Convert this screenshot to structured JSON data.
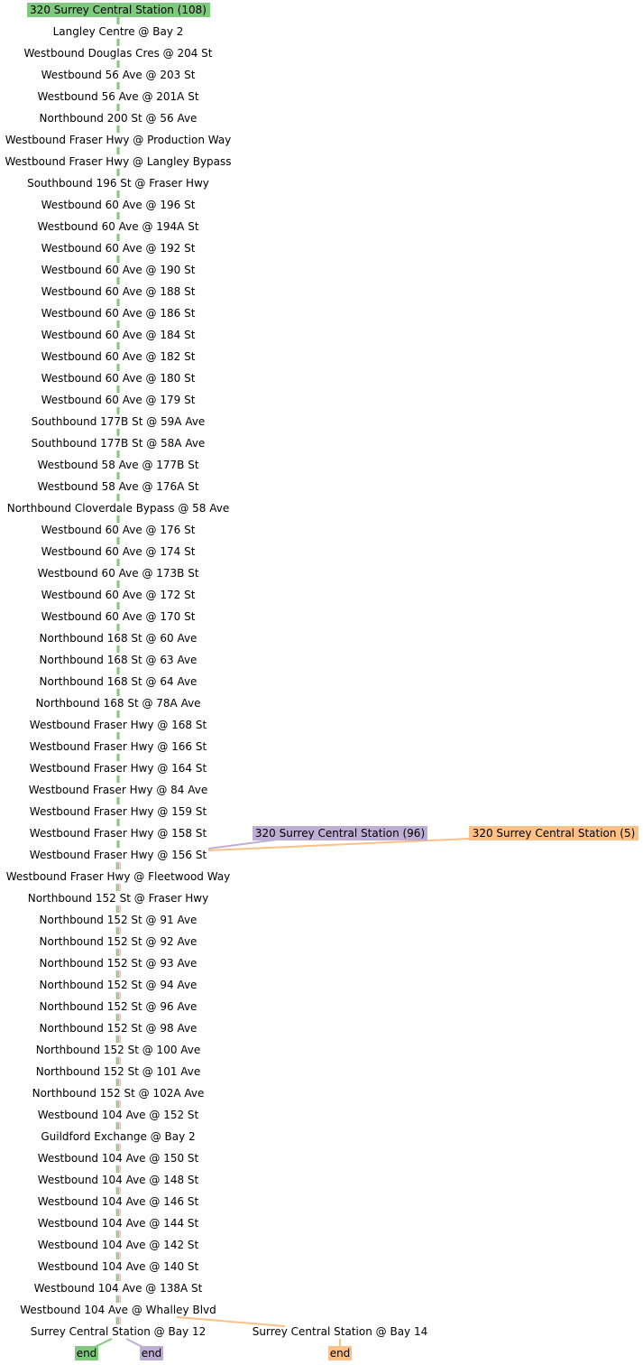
{
  "colors": {
    "green": "#7fc97f",
    "purple": "#beaed4",
    "orange": "#fdc086",
    "text": "#000000",
    "background": "#ffffff"
  },
  "routes": [
    {
      "id": "green",
      "label": "320 Surrey Central Station (108)",
      "color": "#7fc97f"
    },
    {
      "id": "purple",
      "label": "320 Surrey Central Station (96)",
      "color": "#beaed4"
    },
    {
      "id": "orange",
      "label": "320 Surrey Central Station (5)",
      "color": "#fdc086"
    }
  ],
  "stops": [
    "Langley Centre @ Bay 2",
    "Westbound Douglas Cres @ 204 St",
    "Westbound 56 Ave @ 203 St",
    "Westbound 56 Ave @ 201A St",
    "Northbound 200 St @ 56 Ave",
    "Westbound Fraser Hwy @ Production Way",
    "Westbound Fraser Hwy @ Langley Bypass",
    "Southbound 196 St @ Fraser Hwy",
    "Westbound 60 Ave @ 196 St",
    "Westbound 60 Ave @ 194A St",
    "Westbound 60 Ave @ 192 St",
    "Westbound 60 Ave @ 190 St",
    "Westbound 60 Ave @ 188 St",
    "Westbound 60 Ave @ 186 St",
    "Westbound 60 Ave @ 184 St",
    "Westbound 60 Ave @ 182 St",
    "Westbound 60 Ave @ 180 St",
    "Westbound 60 Ave @ 179 St",
    "Southbound 177B St @ 59A Ave",
    "Southbound 177B St @ 58A Ave",
    "Westbound 58 Ave @ 177B St",
    "Westbound 58 Ave @ 176A St",
    "Northbound Cloverdale Bypass @ 58 Ave",
    "Westbound 60 Ave @ 176 St",
    "Westbound 60 Ave @ 174 St",
    "Westbound 60 Ave @ 173B St",
    "Westbound 60 Ave @ 172 St",
    "Westbound 60 Ave @ 170 St",
    "Northbound 168 St @ 60 Ave",
    "Northbound 168 St @ 63 Ave",
    "Northbound 168 St @ 64 Ave",
    "Northbound 168 St @ 78A Ave",
    "Westbound Fraser Hwy @ 168 St",
    "Westbound Fraser Hwy @ 166 St",
    "Westbound Fraser Hwy @ 164 St",
    "Westbound Fraser Hwy @ 84 Ave",
    "Westbound Fraser Hwy @ 159 St",
    "Westbound Fraser Hwy @ 158 St",
    "Westbound Fraser Hwy @ 156 St",
    "Westbound Fraser Hwy @ Fleetwood Way",
    "Northbound 152 St @ Fraser Hwy",
    "Northbound 152 St @ 91 Ave",
    "Northbound 152 St @ 92 Ave",
    "Northbound 152 St @ 93 Ave",
    "Northbound 152 St @ 94 Ave",
    "Northbound 152 St @ 96 Ave",
    "Northbound 152 St @ 98 Ave",
    "Northbound 152 St @ 100 Ave",
    "Northbound 152 St @ 101 Ave",
    "Northbound 152 St @ 102A Ave",
    "Westbound 104 Ave @ 152 St",
    "Guildford Exchange @ Bay 2",
    "Westbound 104 Ave @ 150 St",
    "Westbound 104 Ave @ 148 St",
    "Westbound 104 Ave @ 146 St",
    "Westbound 104 Ave @ 144 St",
    "Westbound 104 Ave @ 142 St",
    "Westbound 104 Ave @ 140 St",
    "Westbound 104 Ave @ 138A St",
    "Westbound 104 Ave @ Whalley Blvd",
    "Surrey Central Station @ Bay 12"
  ],
  "branch_stop": "Surrey Central Station @ Bay 14",
  "end_label": "end"
}
